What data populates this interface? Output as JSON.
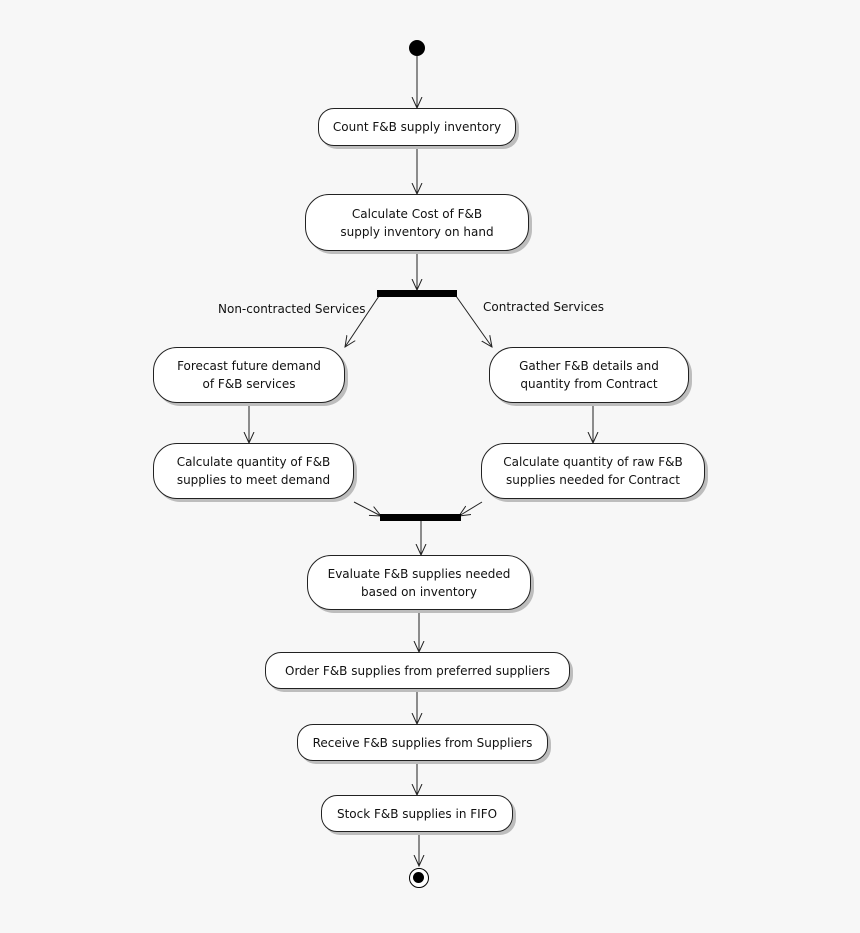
{
  "activities": {
    "count_inventory": "Count F&B supply inventory",
    "calculate_cost": "Calculate Cost of F&B\nsupply inventory on hand",
    "forecast_demand": "Forecast future demand\nof F&B services",
    "gather_details": "Gather F&B details and\nquantity from Contract",
    "calc_quantity_demand": "Calculate quantity of F&B\nsupplies to meet demand",
    "calc_quantity_raw": "Calculate quantity of raw F&B\nsupplies needed for Contract",
    "evaluate_supplies": "Evaluate F&B supplies needed\nbased on inventory",
    "order_supplies": "Order F&B supplies from preferred suppliers",
    "receive_supplies": "Receive F&B supplies from Suppliers",
    "stock_supplies": "Stock F&B supplies in FIFO"
  },
  "guards": {
    "non_contracted": "Non-contracted Services",
    "contracted": "Contracted Services"
  }
}
